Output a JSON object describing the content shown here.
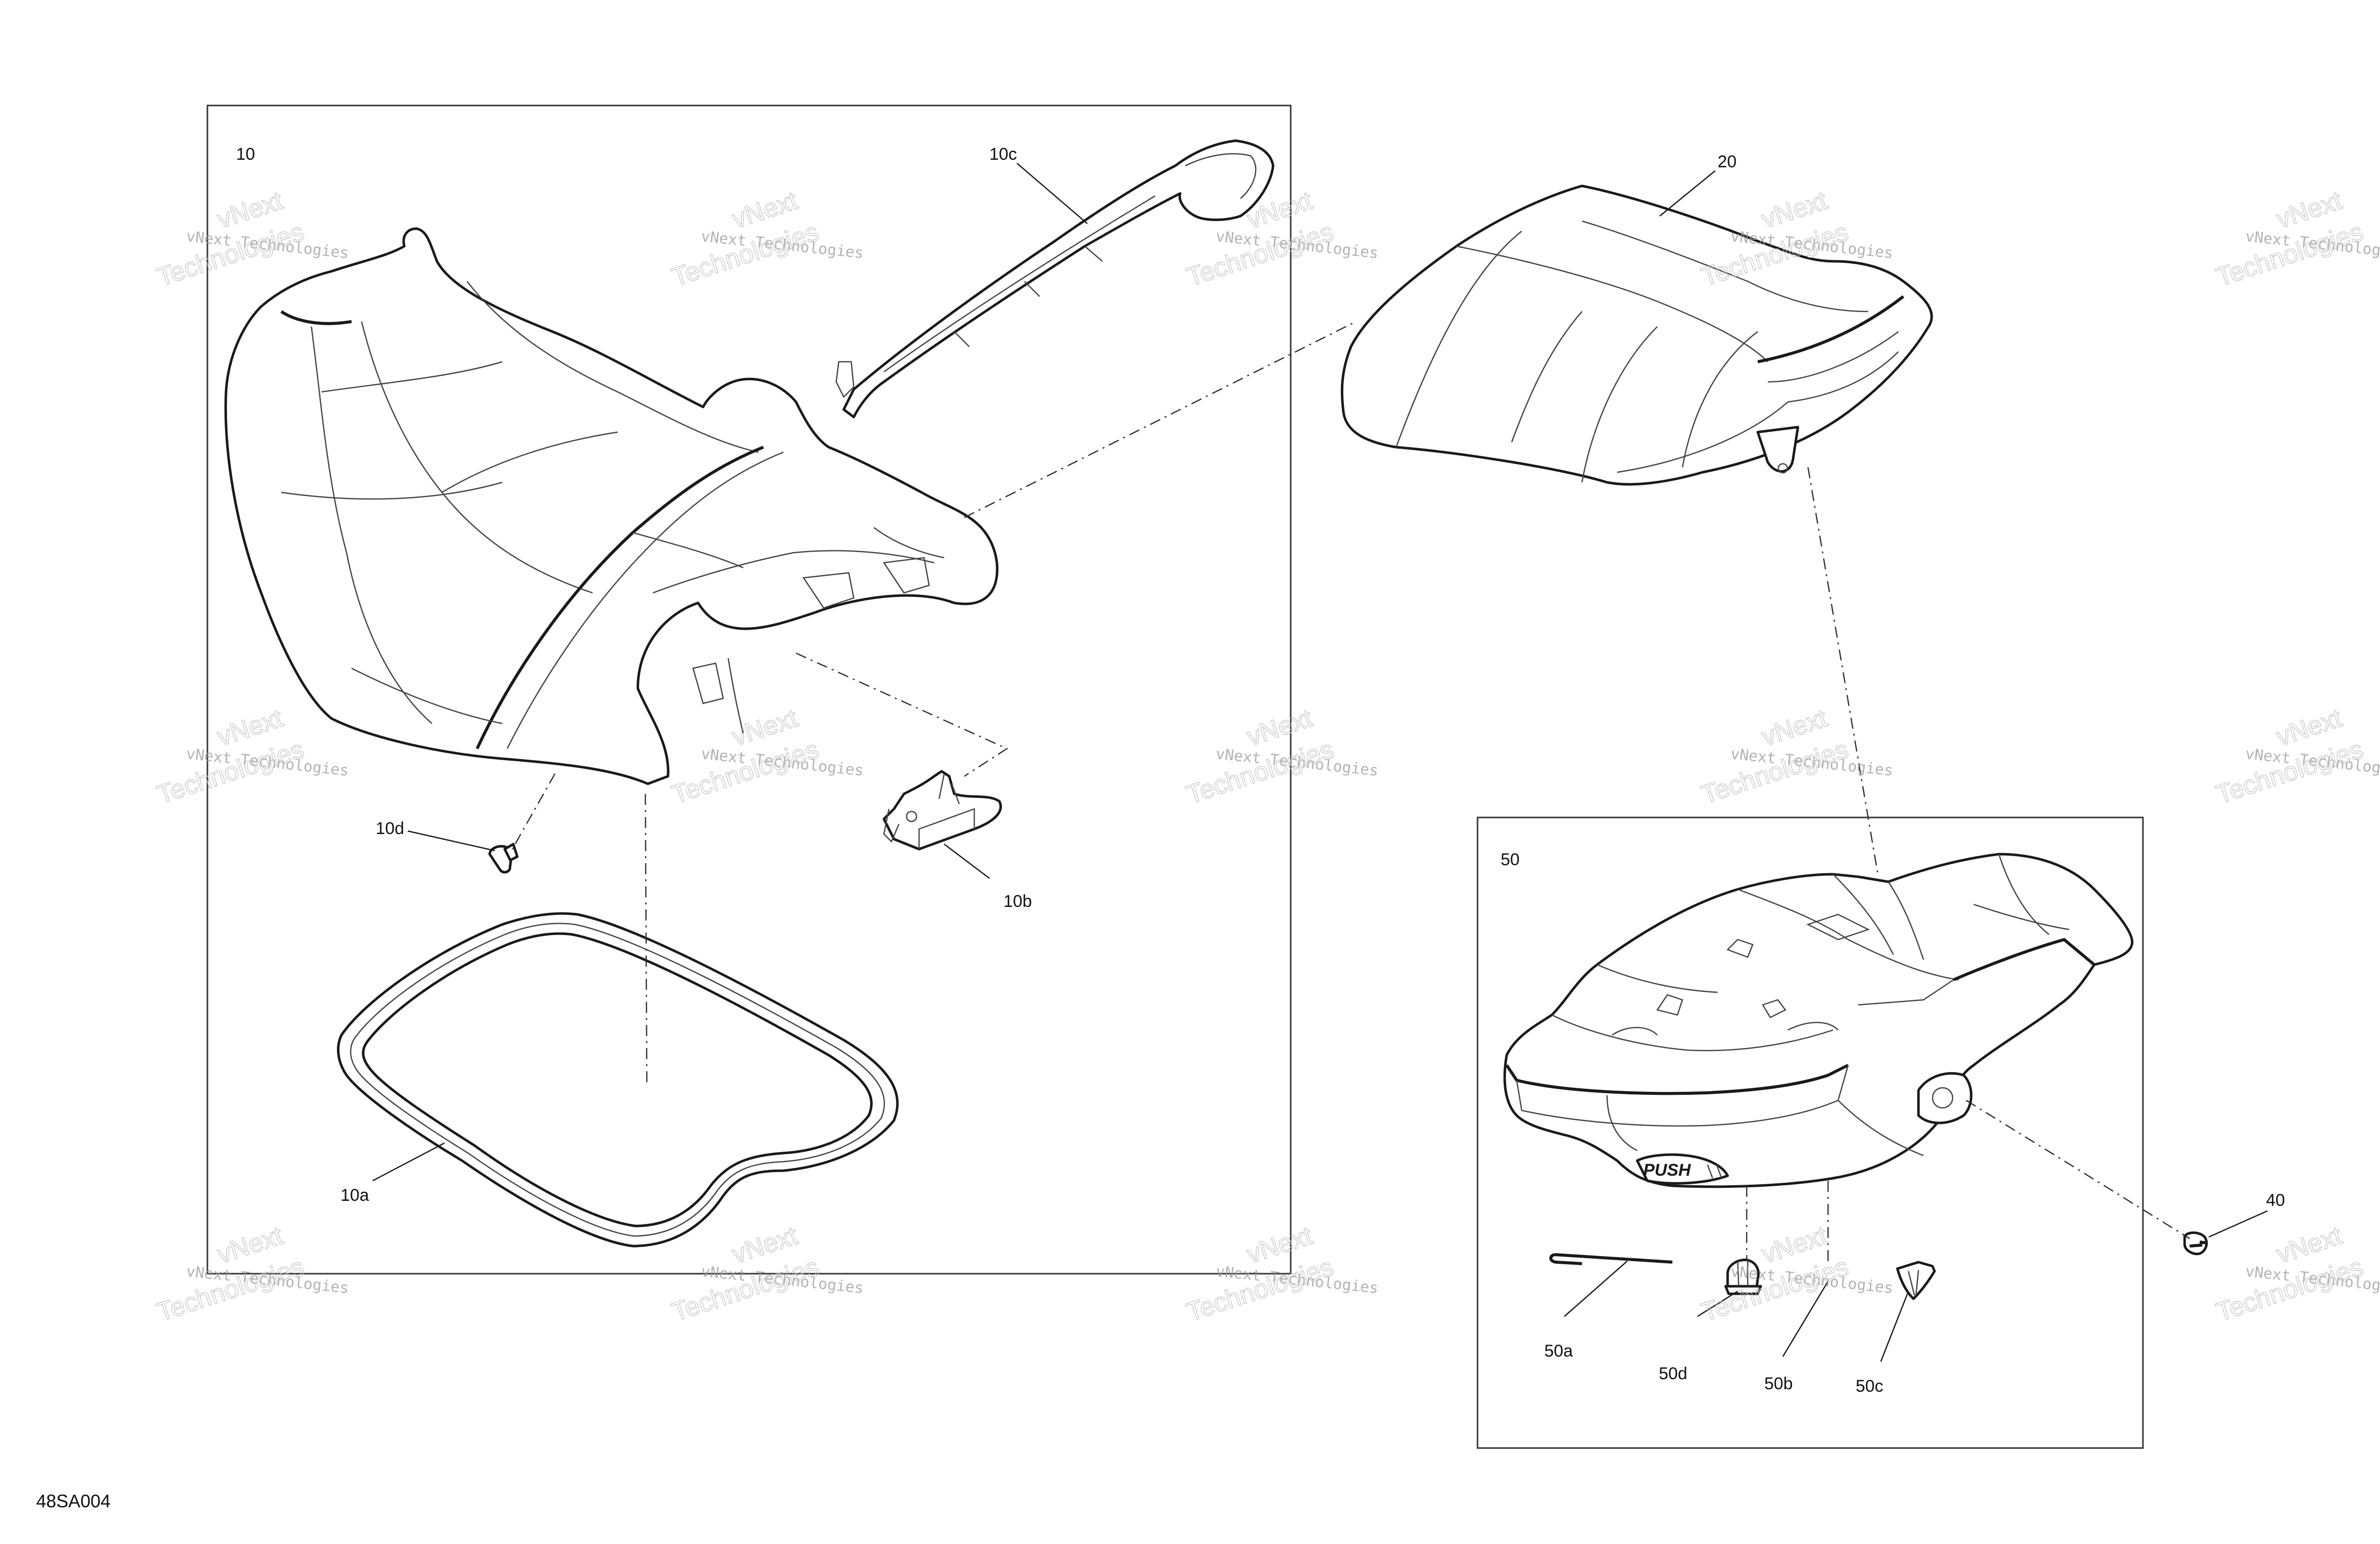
{
  "callouts": {
    "c10": "10",
    "c10a": "10a",
    "c10b": "10b",
    "c10c": "10c",
    "c10d": "10d",
    "c20": "20",
    "c40": "40",
    "c50": "50",
    "c50a": "50a",
    "c50b": "50b",
    "c50c": "50c",
    "c50d": "50d"
  },
  "drawing_code": "48SA004",
  "push_label": "PUSH",
  "watermark": {
    "line1": "vNext Technologies",
    "line2": "vNext",
    "line3": "Technologies"
  },
  "colors": {
    "line": "#1a1a1a",
    "background": "#ffffff",
    "watermark": "#c4c4c4"
  }
}
